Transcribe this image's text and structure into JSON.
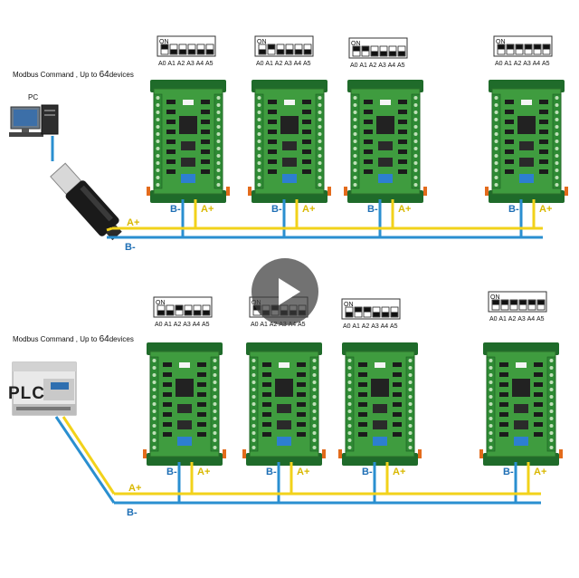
{
  "section_top": {
    "caption_prefix": "Modbus Command , Up to ",
    "caption_num": "64",
    "caption_suffix": "devices",
    "host_label": "PC"
  },
  "section_bottom": {
    "caption_prefix": "Modbus Command , Up to ",
    "caption_num": "64",
    "caption_suffix": "devices",
    "host_label": "PLC"
  },
  "dip": {
    "on_label": "ON",
    "pins": [
      "A0",
      "A1",
      "A2",
      "A3",
      "A4",
      "A5"
    ]
  },
  "bus": {
    "a_label": "A+",
    "b_label": "B-"
  },
  "modules_top": [
    {
      "dip": [
        1,
        0,
        0,
        0,
        0,
        0
      ]
    },
    {
      "dip": [
        0,
        1,
        0,
        0,
        0,
        0
      ]
    },
    {
      "dip": [
        1,
        1,
        0,
        0,
        0,
        0
      ]
    },
    {
      "dip": [
        1,
        1,
        1,
        1,
        1,
        1
      ]
    }
  ],
  "modules_bottom": [
    {
      "dip": [
        0,
        0,
        1,
        0,
        0,
        0
      ]
    },
    {
      "dip": [
        1,
        0,
        1,
        0,
        0,
        0
      ]
    },
    {
      "dip": [
        0,
        1,
        1,
        0,
        0,
        0
      ]
    },
    {
      "dip": [
        1,
        1,
        1,
        1,
        1,
        1
      ]
    }
  ],
  "colors": {
    "wire_a": "#f2d21a",
    "wire_b": "#2a8fd0",
    "board": "#3f9c3f",
    "rail": "#1f6b2a",
    "terminal": "#2e8a34"
  }
}
